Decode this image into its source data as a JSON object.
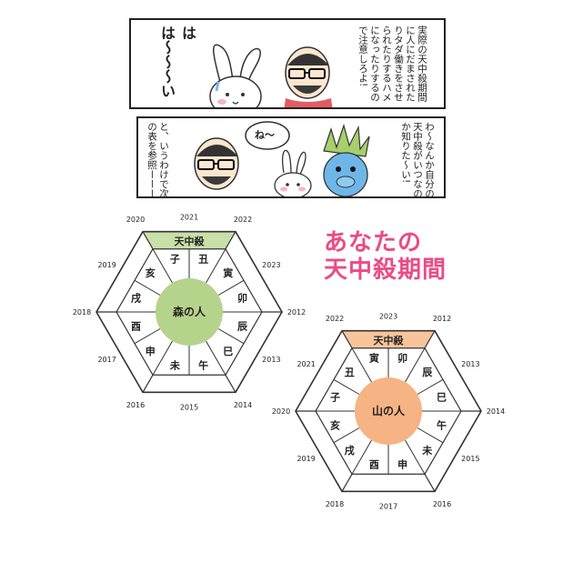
{
  "comic": {
    "panel1": {
      "narration": "実際の天中殺期間に人にだまされたりタダ働きをさせられたりするハメになったりするので注意しろよ!",
      "speech": "は〜〜〜い",
      "speech_head": "は"
    },
    "panel2": {
      "narration_right": "わ〜なんか自分の天中殺がいつなのか知りた〜い!",
      "narration_left": "と、いうわけで次の表を参照ーーー",
      "bubble": "ね〜"
    }
  },
  "heading": {
    "line1": "あなたの",
    "line2": "天中殺期間"
  },
  "charts": [
    {
      "center": "森の人",
      "tenchusatsu": "天中殺",
      "zodiac": [
        "子",
        "丑",
        "寅",
        "卯",
        "辰",
        "巳",
        "午",
        "未",
        "申",
        "酉",
        "戌",
        "亥"
      ],
      "years": [
        "2020",
        "2021",
        "2022",
        "2023",
        "2012",
        "2013",
        "2014",
        "2015",
        "2016",
        "2017",
        "2018",
        "2019"
      ],
      "accent": "#b5d38a",
      "band": "#c9e0a8"
    },
    {
      "center": "山の人",
      "tenchusatsu": "天中殺",
      "zodiac": [
        "寅",
        "卯",
        "辰",
        "巳",
        "午",
        "未",
        "申",
        "酉",
        "戌",
        "亥",
        "子",
        "丑"
      ],
      "years": [
        "2022",
        "2023",
        "2012",
        "2013",
        "2014",
        "2015",
        "2016",
        "2017",
        "2018",
        "2019",
        "2020",
        "2021"
      ],
      "accent": "#f6b383",
      "band": "#f8c59b"
    }
  ]
}
